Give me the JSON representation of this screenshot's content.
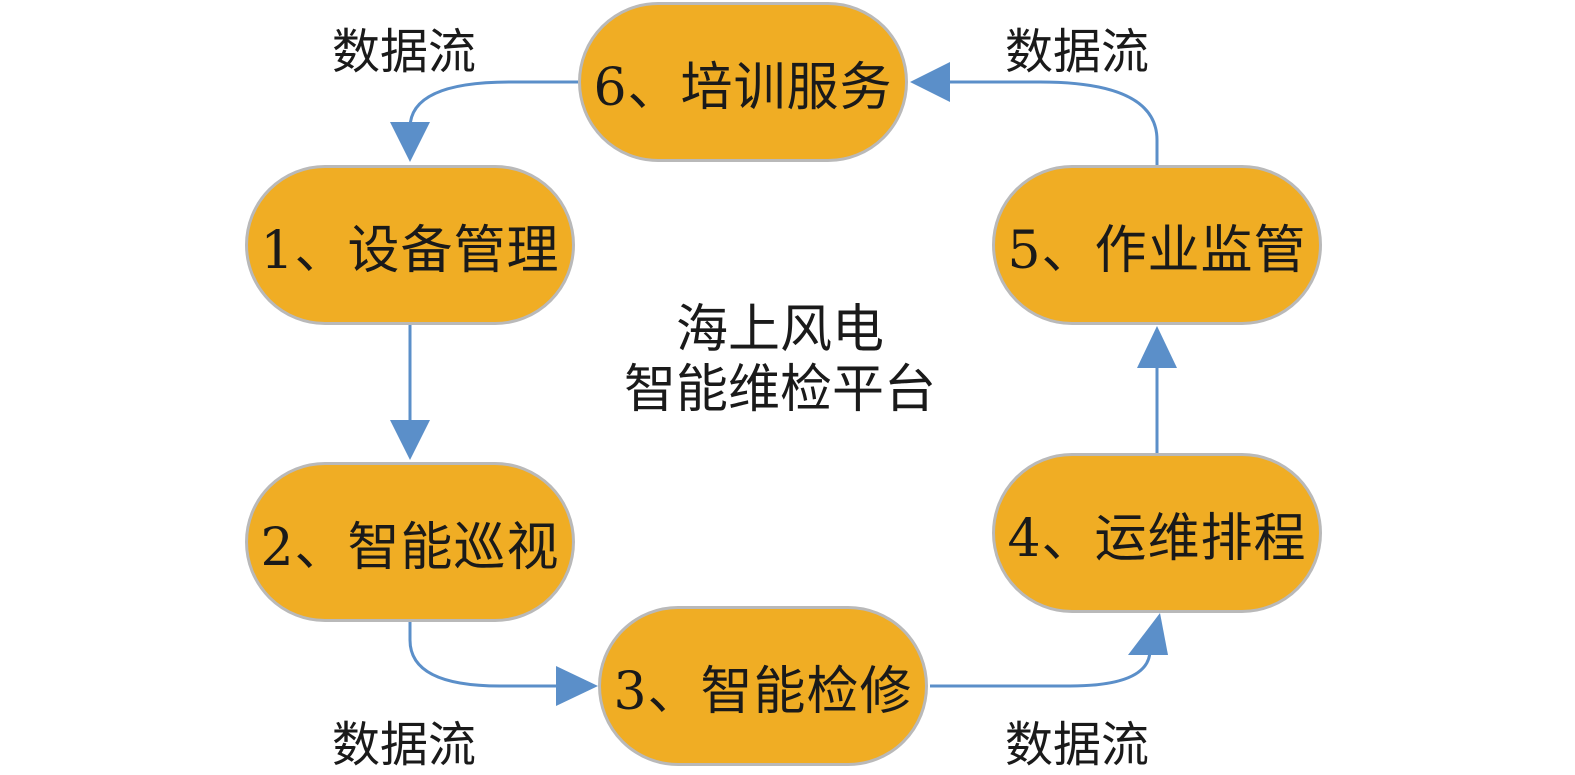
{
  "center": {
    "line1": "海上风电",
    "line2": "智能维检平台"
  },
  "nodes": [
    {
      "id": "6",
      "label": "6、培训服务"
    },
    {
      "id": "1",
      "label": "1、设备管理"
    },
    {
      "id": "5",
      "label": "5、作业监管"
    },
    {
      "id": "2",
      "label": "2、智能巡视"
    },
    {
      "id": "4",
      "label": "4、运维排程"
    },
    {
      "id": "3",
      "label": "3、智能检修"
    }
  ],
  "flow_labels": {
    "top_left": "数据流",
    "top_right": "数据流",
    "bottom_left": "数据流",
    "bottom_right": "数据流"
  },
  "colors": {
    "node_fill": "#f0ad24",
    "node_border": "#b9b9b9",
    "arrow": "#5b8fc9"
  }
}
